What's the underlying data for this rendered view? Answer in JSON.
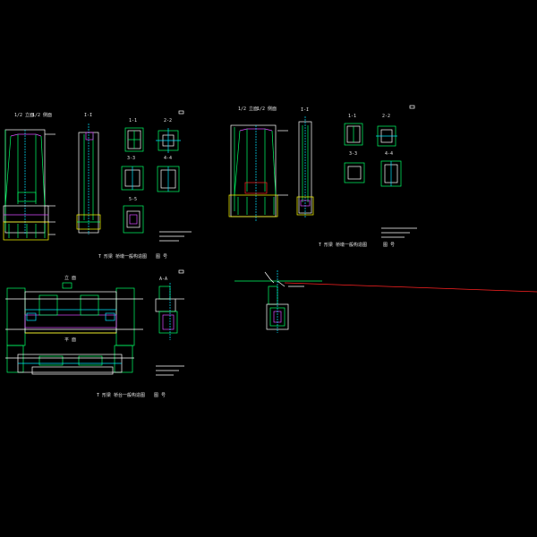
{
  "drawing": {
    "background": "#000000",
    "colors": {
      "outline": "#ffffff",
      "structure": "#00ff66",
      "cyan": "#00e5ff",
      "magenta": "#d94cff",
      "yellow": "#ffff00",
      "red": "#ff2222",
      "blue": "#3355ff"
    },
    "sheets": [
      {
        "key": "sheet1",
        "captions": {
          "view_a": "1/2 立面",
          "view_b": "1/2 侧面",
          "side": "I-I",
          "sec1": "1-1",
          "sec2": "2-2",
          "sec3": "3-3",
          "sec4": "4-4",
          "sec5": "5-5",
          "title": "T 形梁 桥墩一般构造图",
          "page": "图 号"
        }
      },
      {
        "key": "sheet2",
        "captions": {
          "view_a": "1/2 立面",
          "view_b": "1/2 侧面",
          "side": "I-I",
          "sec1": "1-1",
          "sec2": "2-2",
          "sec3": "3-3",
          "sec4": "4-4",
          "title": "T 形梁 桥墩一般构造图",
          "page": "图 号"
        }
      },
      {
        "key": "sheet3",
        "captions": {
          "elevation": "立 面",
          "plan": "平 面",
          "section": "A-A",
          "title": "T 形梁 桥台一般构造图",
          "page": "图 号"
        }
      }
    ]
  }
}
